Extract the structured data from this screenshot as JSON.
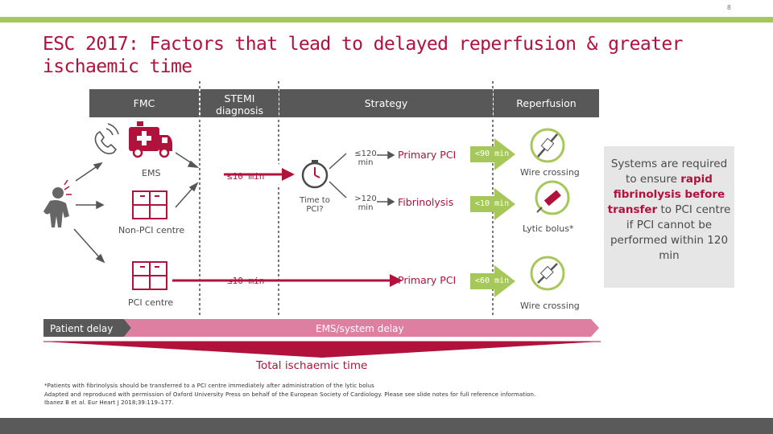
{
  "page_number": "8",
  "title": "ESC 2017: Factors that lead to delayed reperfusion & greater ischaemic time",
  "headers": {
    "fmc": "FMC",
    "stemi": "STEMI diagnosis",
    "strategy": "Strategy",
    "reperfusion": "Reperfusion"
  },
  "labels": {
    "ems": "EMS",
    "non_pci": "Non-PCI centre",
    "pci_centre": "PCI centre",
    "le10_a": "≤10 min",
    "le10_b": "≤10 min",
    "time_to_pci": "Time to PCI?",
    "le120": "≤120 min",
    "gt120": ">120 min",
    "primary_pci_1": "Primary PCI",
    "fibrinolysis": "Fibrinolysis",
    "primary_pci_2": "Primary PCI",
    "lt90": "<90 min",
    "lt10": "<10 min",
    "lt60": "<60 min",
    "wire_crossing_1": "Wire crossing",
    "lytic_bolus": "Lytic bolus*",
    "wire_crossing_2": "Wire crossing",
    "patient_delay": "Patient delay",
    "ems_delay": "EMS/system delay",
    "total_time": "Total ischaemic time"
  },
  "sidebox": {
    "line1": "Systems are required to ensure",
    "bold": "rapid fibrinolysis before transfer",
    "line2": "to PCI centre if PCI cannot be performed within 120 min"
  },
  "footnotes": {
    "f1": "*Patients with fibrinolysis should be transferred to a PCI centre immediately after administration of the lytic bolus",
    "f2": "Adapted and reproduced with permission of Oxford University Press on behalf of the European Society of Cardiology. Please see slide notes for full reference information.",
    "f3": "Ibanez B et al. Eur Heart J 2018;39:119–177."
  },
  "colors": {
    "brand_red": "#b0123c",
    "green": "#a6c85a",
    "pink": "#de7fa2",
    "grey": "#585858"
  },
  "icons": [
    "phone-icon",
    "ambulance-icon",
    "patient-chest-pain-icon",
    "hospital-icon",
    "stopwatch-icon",
    "wire-icon",
    "syringe-icon"
  ]
}
